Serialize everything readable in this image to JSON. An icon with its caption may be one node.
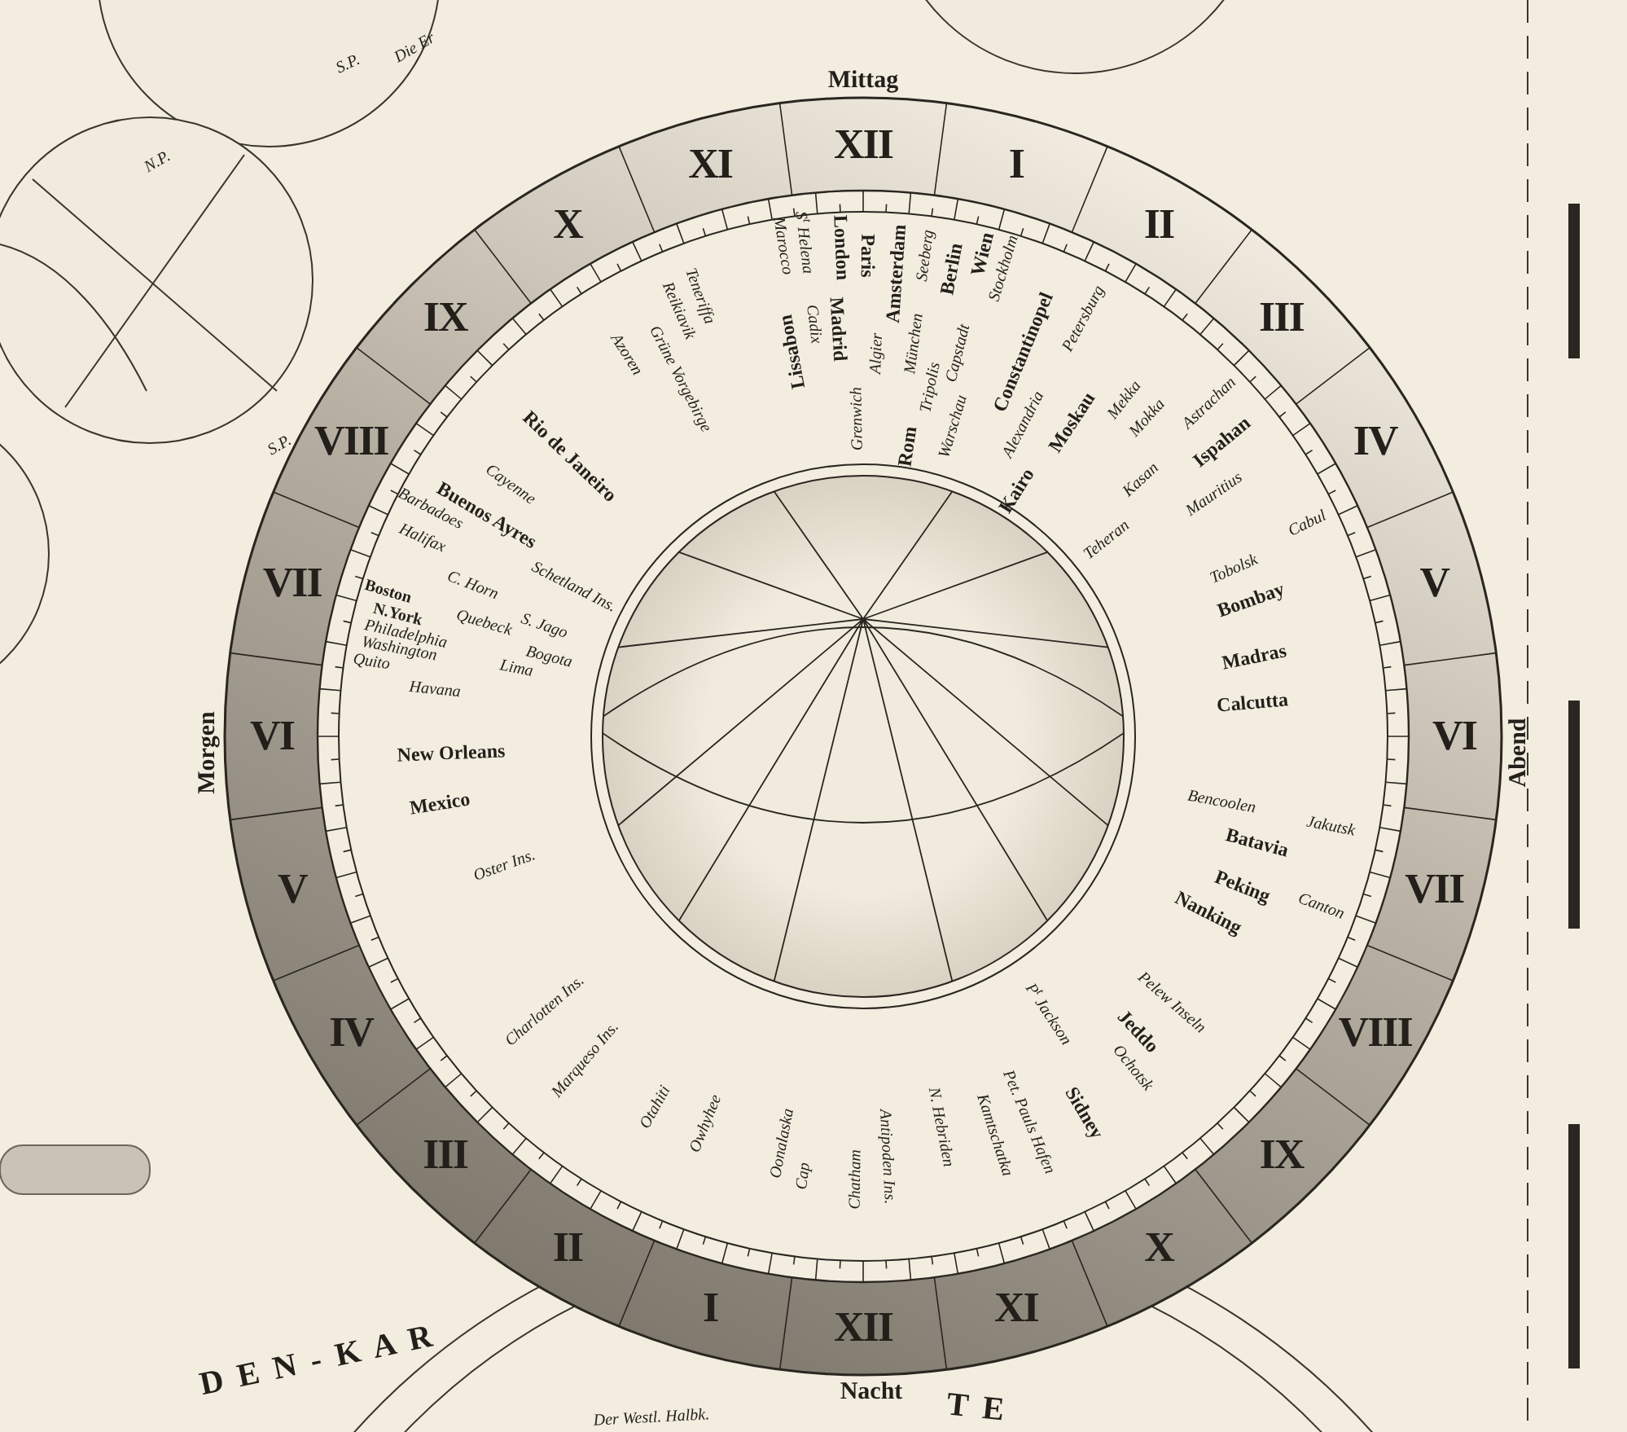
{
  "diagram": {
    "labels": [
      "Mittag",
      "XII",
      "I",
      "II",
      "III",
      "IV",
      "V",
      "VI",
      "VII",
      "VIII",
      "IX",
      "X",
      "XI",
      "XII",
      "I",
      "II",
      "III",
      "IV",
      "V",
      "VI",
      "VII",
      "VIII",
      "IX",
      "X",
      "XI",
      "Morgen",
      "Abend",
      "Lissabon",
      "Marocco",
      "S$^{t}$ Helena",
      "Cadix",
      "Madrid",
      "London",
      "Grenwich",
      "Paris",
      "Algier",
      "Amsterdam",
      "Seeberg",
      "München",
      "Rom",
      "Tripolis",
      "Berlin",
      "Wien",
      "Capstadt",
      "Stockholm",
      "Warschau",
      "Constantinopel",
      "Alexandria",
      "Petersburg",
      "Kairo",
      "Moskau",
      "Mekka",
      "Mokka",
      "Astrachan",
      "Kasan",
      "Ispahan",
      "Teheran",
      "Mauritius",
      "Cabul",
      "Tobolsk",
      "Bombay",
      "Madras",
      "Calcutta",
      "Bencoolen",
      "Jakutsk",
      "Batavia",
      "Canton",
      "Peking",
      "Nanking",
      "Pelew Inseln",
      "Jeddo",
      "Ochotsk",
      "P$^{t}$ Jackson",
      "Sidney",
      "Pet. Pauls Hafen",
      "Kamtschatka",
      "N. Hebriden",
      "Antipoden Ins.",
      "Chatham",
      "Cap",
      "Oonalaska",
      "Owhyhee",
      "Otahiti",
      "Marqueso Ins.",
      "Charlotten Ins.",
      "Oster Ins.",
      "Mexico",
      "New Orleans",
      "Havana",
      "Quito",
      "Lima",
      "Washington",
      "Philadelphia",
      "Bogota",
      "N.York",
      "Quebeck",
      "Boston",
      "S. Jago",
      "C. Horn",
      "Halifax",
      "Barbadoes",
      "Schetland Ins.",
      "Buenos Ayres",
      "Cayenne",
      "Rio de Janeiro",
      "Azoren",
      "Grüne Vorgebirge",
      "Reikiavik",
      "Teneriffa",
      "Nacht",
      "S.P.",
      "Die Er",
      "N.P.",
      "S.P.",
      "D E N - K A R",
      "Der Westl. Halbk.",
      "T E"
    ]
  }
}
